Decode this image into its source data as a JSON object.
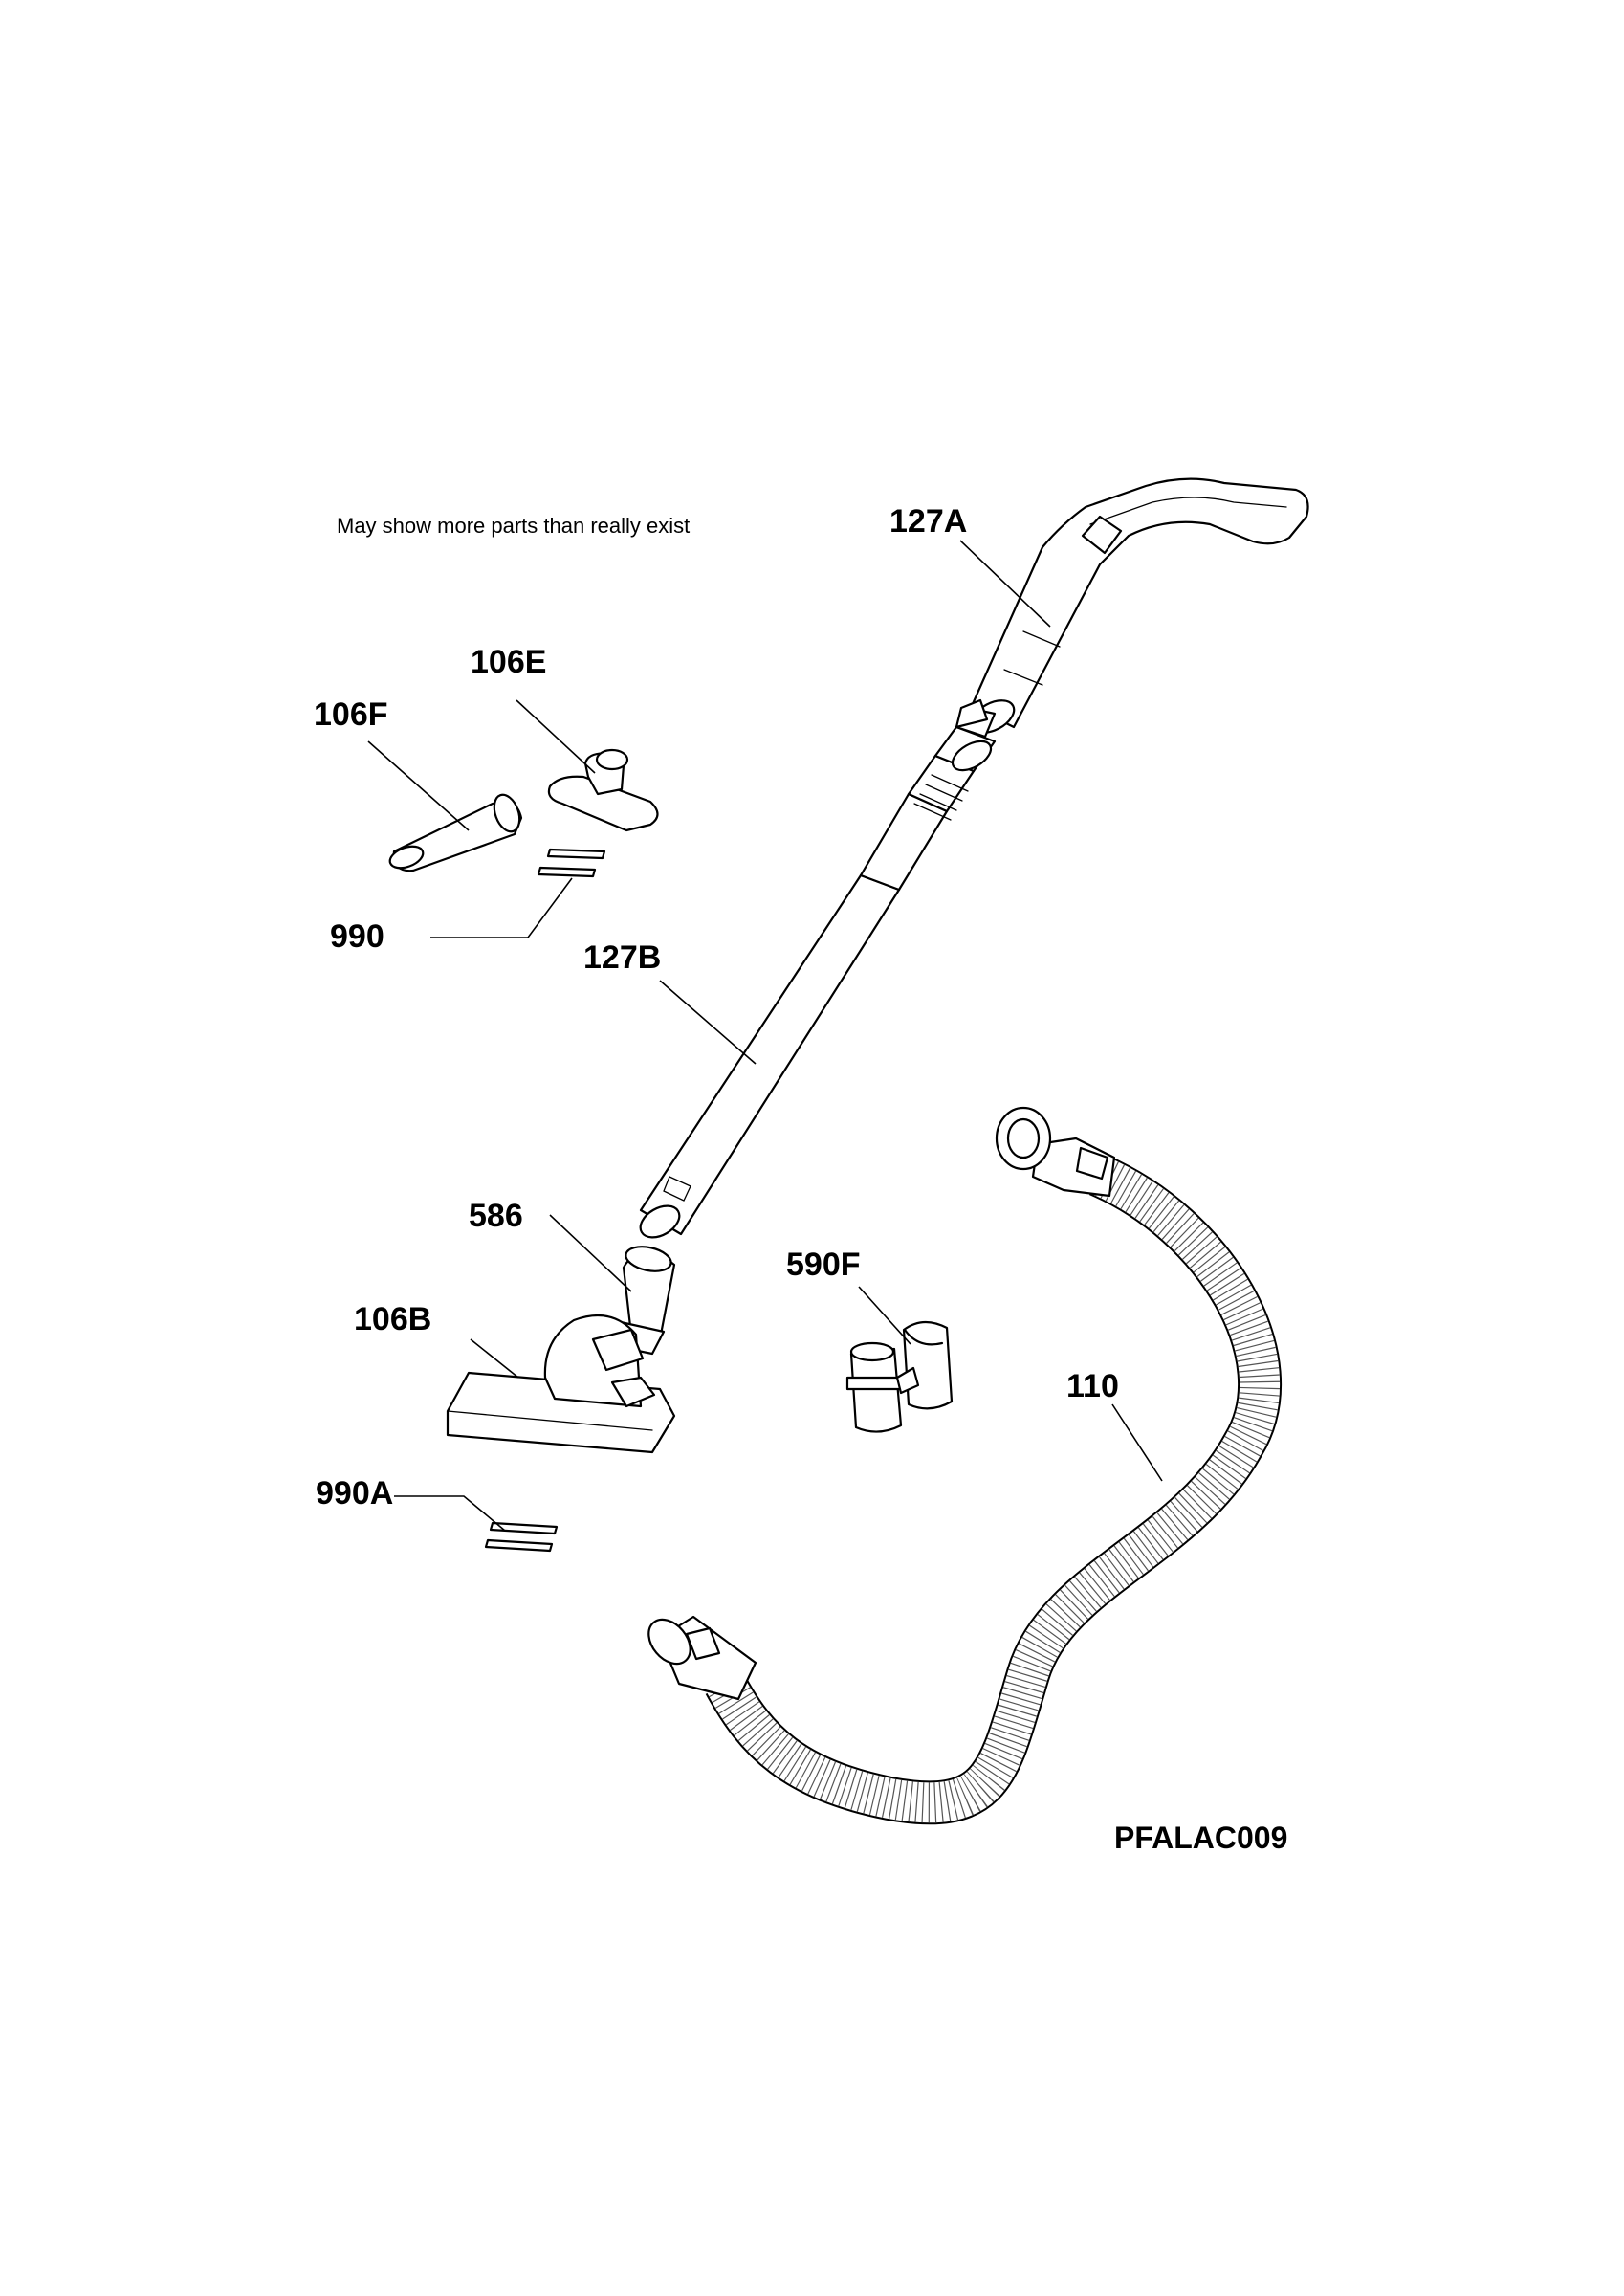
{
  "note": "May show more parts than really exist",
  "diagram_code": "PFALAC009",
  "parts": {
    "p127A": "127A",
    "p106E": "106E",
    "p106F": "106F",
    "p990": "990",
    "p127B": "127B",
    "p586": "586",
    "p106B": "106B",
    "p590F": "590F",
    "p110": "110",
    "p990A": "990A"
  }
}
